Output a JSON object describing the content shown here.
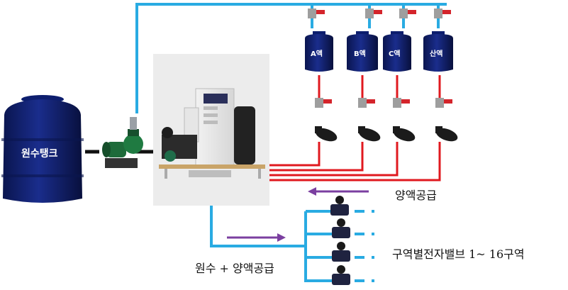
{
  "labels": {
    "source_tank": "원수탱크",
    "tank_a": "A액",
    "tank_b": "B액",
    "tank_c": "C액",
    "tank_acid": "산액",
    "nutrient_supply": "양액공급",
    "zone_valves": "구역별전자밸브 1~ 16구역",
    "raw_plus_nutrient": "원수 + 양액공급"
  },
  "colors": {
    "water_line": "#29abe2",
    "nutrient_line": "#e0191f",
    "flow_arrow": "#7b3fa0",
    "tank_fill": "#0d1e6e",
    "valve_handle": "#d4242b"
  }
}
